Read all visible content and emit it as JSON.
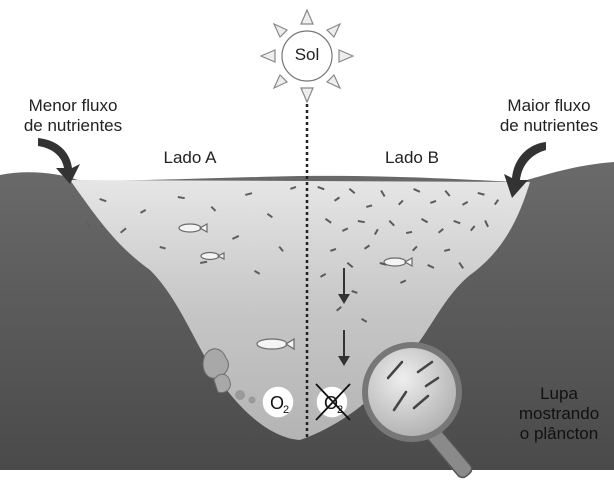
{
  "sun": {
    "label": "Sol"
  },
  "left_side": {
    "flow_line1": "Menor fluxo",
    "flow_line2": "de nutrientes",
    "side_label": "Lado A"
  },
  "right_side": {
    "flow_line1": "Maior fluxo",
    "flow_line2": "de nutrientes",
    "side_label": "Lado B"
  },
  "oxygen": {
    "symbol": "O",
    "subscript": "2"
  },
  "magnifier": {
    "line1": "Lupa",
    "line2": "mostrando",
    "line3": "o plâncton"
  },
  "colors": {
    "terrain": "#5a5a5a",
    "water": "#c9c9c9",
    "sun_ray": "#d8d8d8",
    "text": "#222222"
  }
}
